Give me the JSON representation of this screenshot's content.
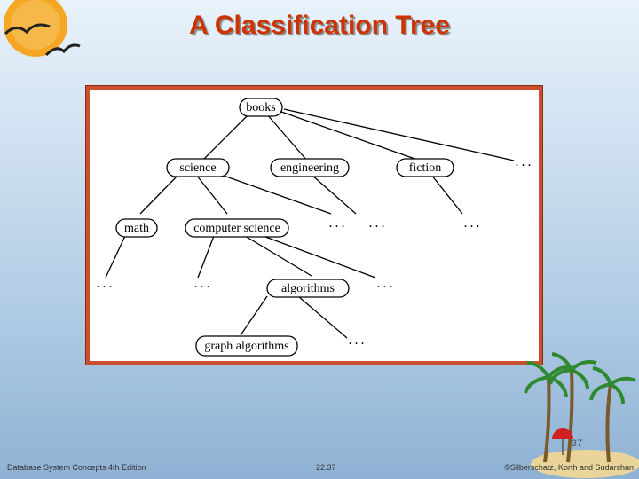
{
  "title": "A Classification Tree",
  "tree": {
    "nodes": {
      "books": "books",
      "science": "science",
      "engineering": "engineering",
      "fiction": "fiction",
      "math": "math",
      "computer_science": "computer science",
      "algorithms": "algorithms",
      "graph_algorithms": "graph algorithms"
    },
    "ellipsis": "..."
  },
  "footer": {
    "left": "Database System Concepts 4th Edition",
    "center": "22.37",
    "right": "©Silberschatz, Korth and Sudarshan",
    "page_badge": "37"
  }
}
